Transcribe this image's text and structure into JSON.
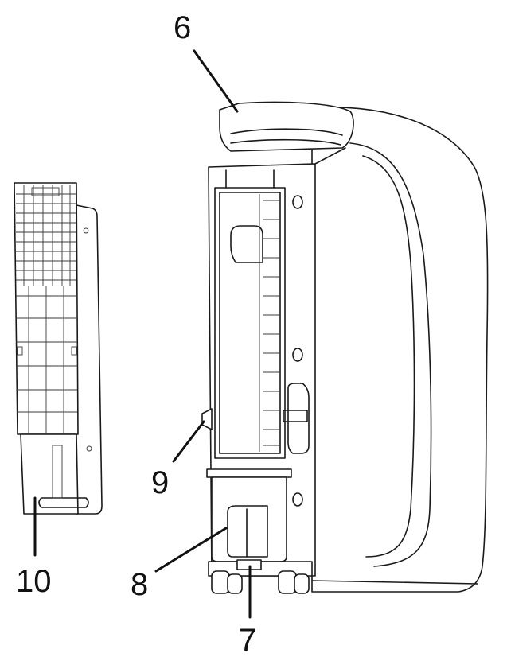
{
  "callouts": [
    {
      "id": "6",
      "label": "6"
    },
    {
      "id": "7",
      "label": "7"
    },
    {
      "id": "8",
      "label": "8"
    },
    {
      "id": "9",
      "label": "9"
    },
    {
      "id": "10",
      "label": "10"
    }
  ]
}
